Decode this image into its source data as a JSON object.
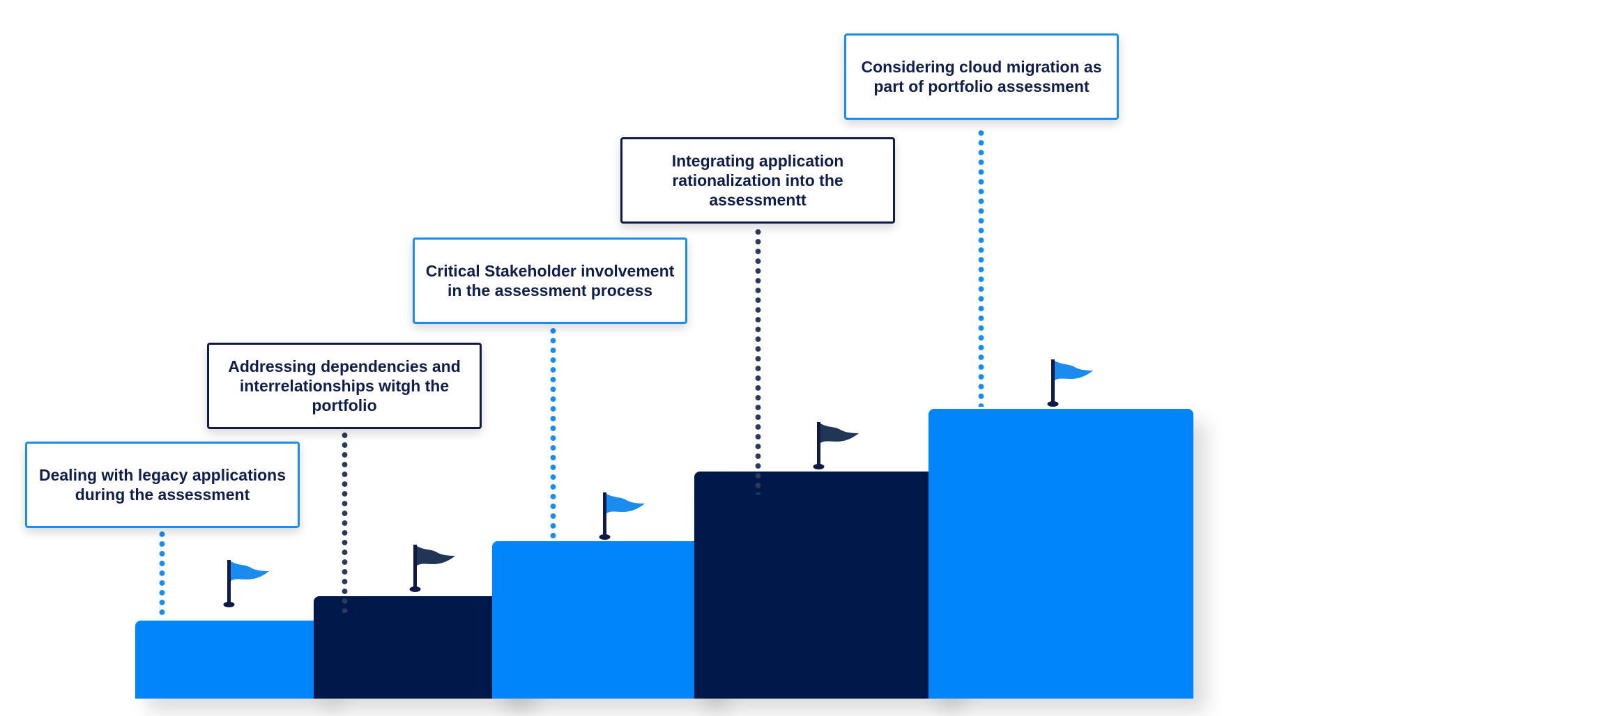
{
  "colors": {
    "light": "#0086fa",
    "dark": "#00184a",
    "light_border": "#1a8cf0",
    "dark_border": "#0f1b45",
    "text": "#0f1f4a"
  },
  "steps": [
    {
      "label": "Dealing with legacy applications during the assessment",
      "theme": "light",
      "flag_icon": "flag-icon"
    },
    {
      "label": "Addressing dependencies and interrelationships witgh the portfolio",
      "theme": "dark",
      "flag_icon": "flag-icon"
    },
    {
      "label": "Critical Stakeholder involvement in the assessment process",
      "theme": "light",
      "flag_icon": "flag-icon"
    },
    {
      "label": "Integrating application rationalization into the assessmentt",
      "theme": "dark",
      "flag_icon": "flag-icon"
    },
    {
      "label": "Considering cloud migration as part of portfolio assessment",
      "theme": "light",
      "flag_icon": "flag-icon"
    }
  ]
}
